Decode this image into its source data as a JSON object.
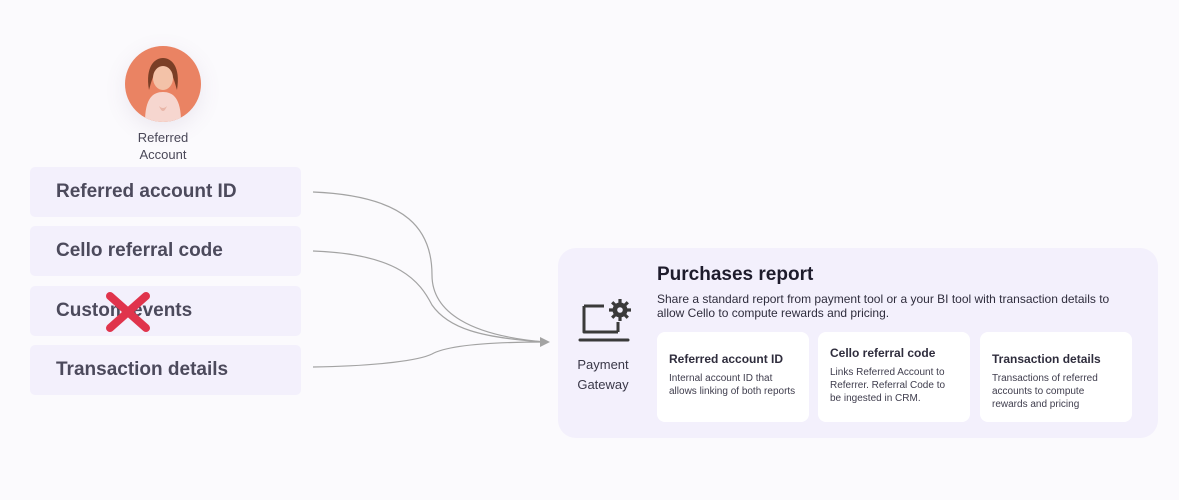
{
  "avatar": {
    "caption": "Referred\nAccount"
  },
  "fields": [
    {
      "label": "Referred account ID",
      "crossed": false
    },
    {
      "label": "Cello referral code",
      "crossed": false
    },
    {
      "label": "Custom events",
      "crossed": true
    },
    {
      "label": "Transaction details",
      "crossed": false
    }
  ],
  "gateway": {
    "label": "Payment\nGateway",
    "icon": "laptop-gear-icon"
  },
  "report": {
    "title": "Purchases report",
    "description": "Share a standard report from payment tool or a your BI tool with transaction details to allow Cello to compute rewards and pricing.",
    "cards": [
      {
        "title": "Referred account ID",
        "body": "Internal account ID that allows linking of both reports"
      },
      {
        "title": "Cello referral code",
        "body": "Links Referred Account to Referrer. Referral Code to be ingested in CRM."
      },
      {
        "title": "Transaction details",
        "body": "Transactions of referred accounts to compute rewards and pricing"
      }
    ]
  },
  "colors": {
    "panel": "#f3f0fc",
    "field": "#f3f0fc",
    "avatar": "#ea8363",
    "cross": "#e0344c",
    "connector": "#a3a3a3"
  }
}
